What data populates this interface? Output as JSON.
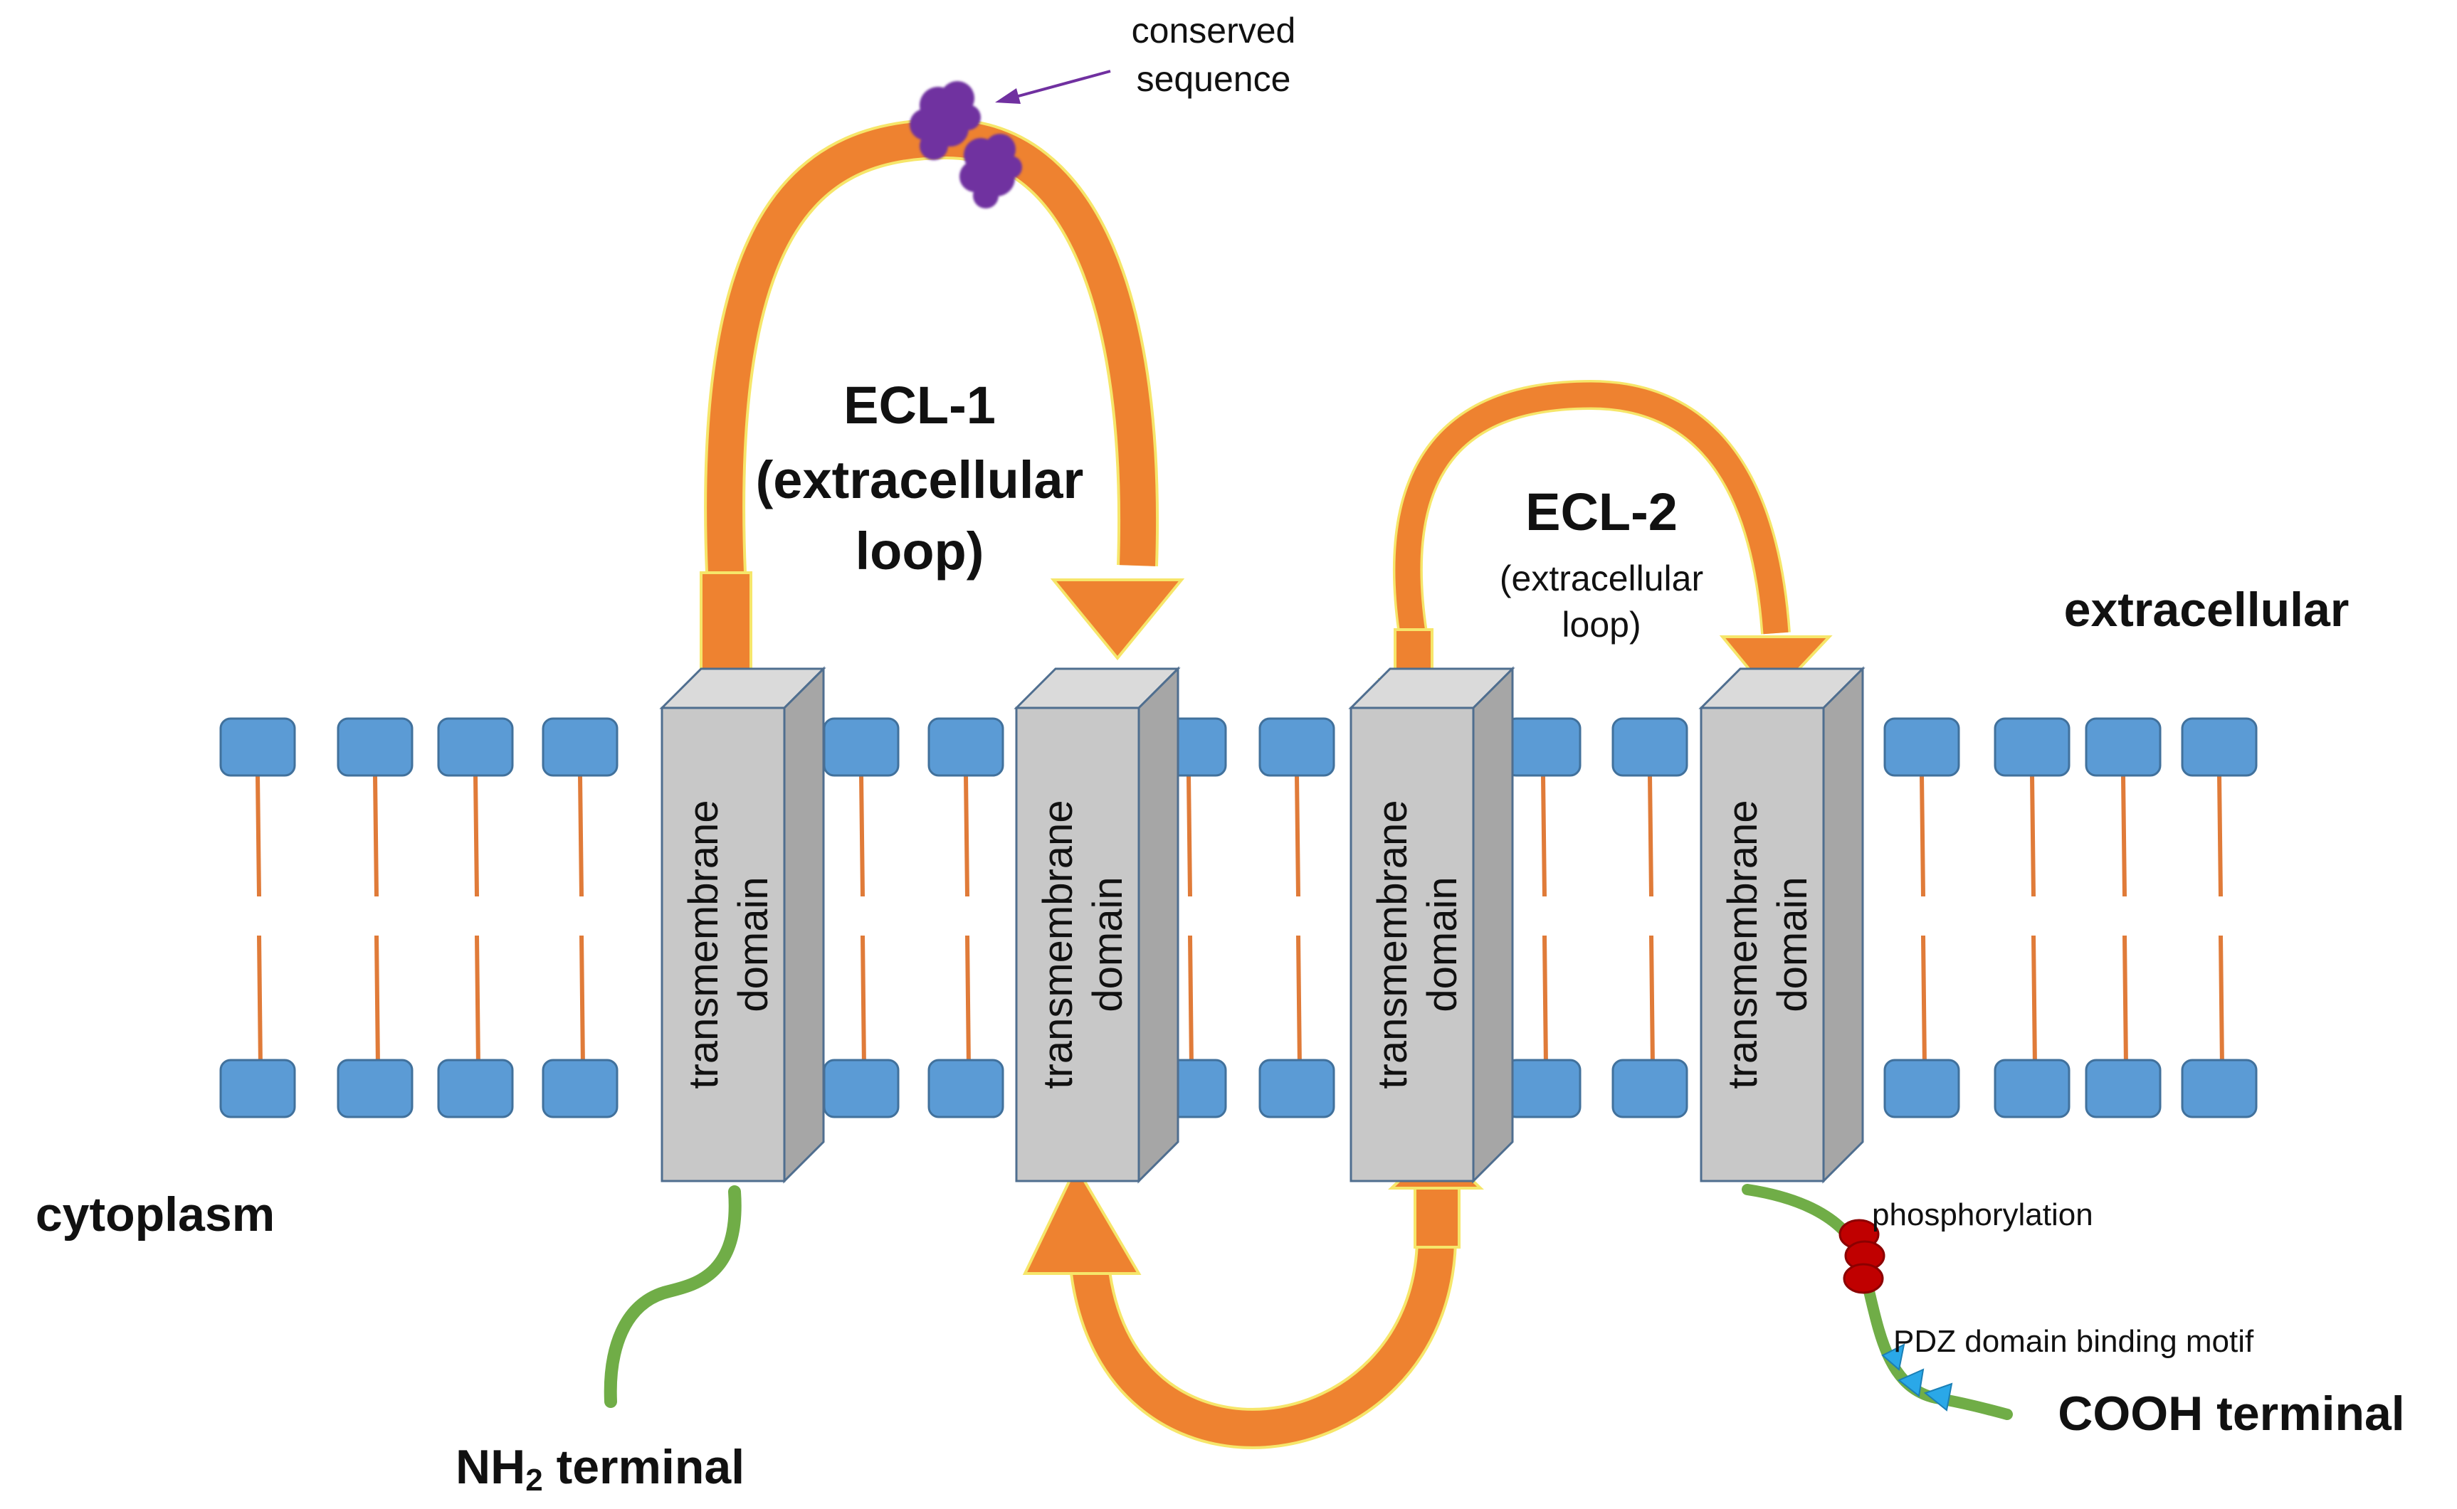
{
  "labels": {
    "conserved_line1": "conserved",
    "conserved_line2": "sequence",
    "ecl1_line1": "ECL-1",
    "ecl1_line2": "(extracellular",
    "ecl1_line3": "loop)",
    "ecl2_line1": "ECL-2",
    "ecl2_line2": "(extracellular",
    "ecl2_line3": "loop)",
    "extracellular": "extracellular",
    "cytoplasm": "cytoplasm",
    "nh2_main": "NH",
    "nh2_sub": "2",
    "nh2_rest": " terminal",
    "cooh": "COOH terminal",
    "phosphorylation": "phosphorylation",
    "pdz": "PDZ domain binding motif"
  },
  "domains": [
    {
      "line1": "transmembrane",
      "line2": "domain"
    },
    {
      "line1": "transmembrane",
      "line2": "domain"
    },
    {
      "line1": "transmembrane",
      "line2": "domain"
    },
    {
      "line1": "transmembrane",
      "line2": "domain"
    }
  ],
  "colors": {
    "loop_orange": "#EE8230",
    "loop_outline": "#F6E66A",
    "lipid_head": "#5B9BD5",
    "lipid_head_stroke": "#41719C",
    "lipid_tail": "#E07B39",
    "domain_front": "#C8C8C8",
    "domain_side": "#A6A6A6",
    "domain_top": "#DADADA",
    "domain_edge": "#4F6E8F",
    "terminal_green": "#70AD47",
    "conserved_purple": "#7030A0",
    "phospho_red": "#C00000",
    "pdz_blue": "#2AA8E8"
  }
}
